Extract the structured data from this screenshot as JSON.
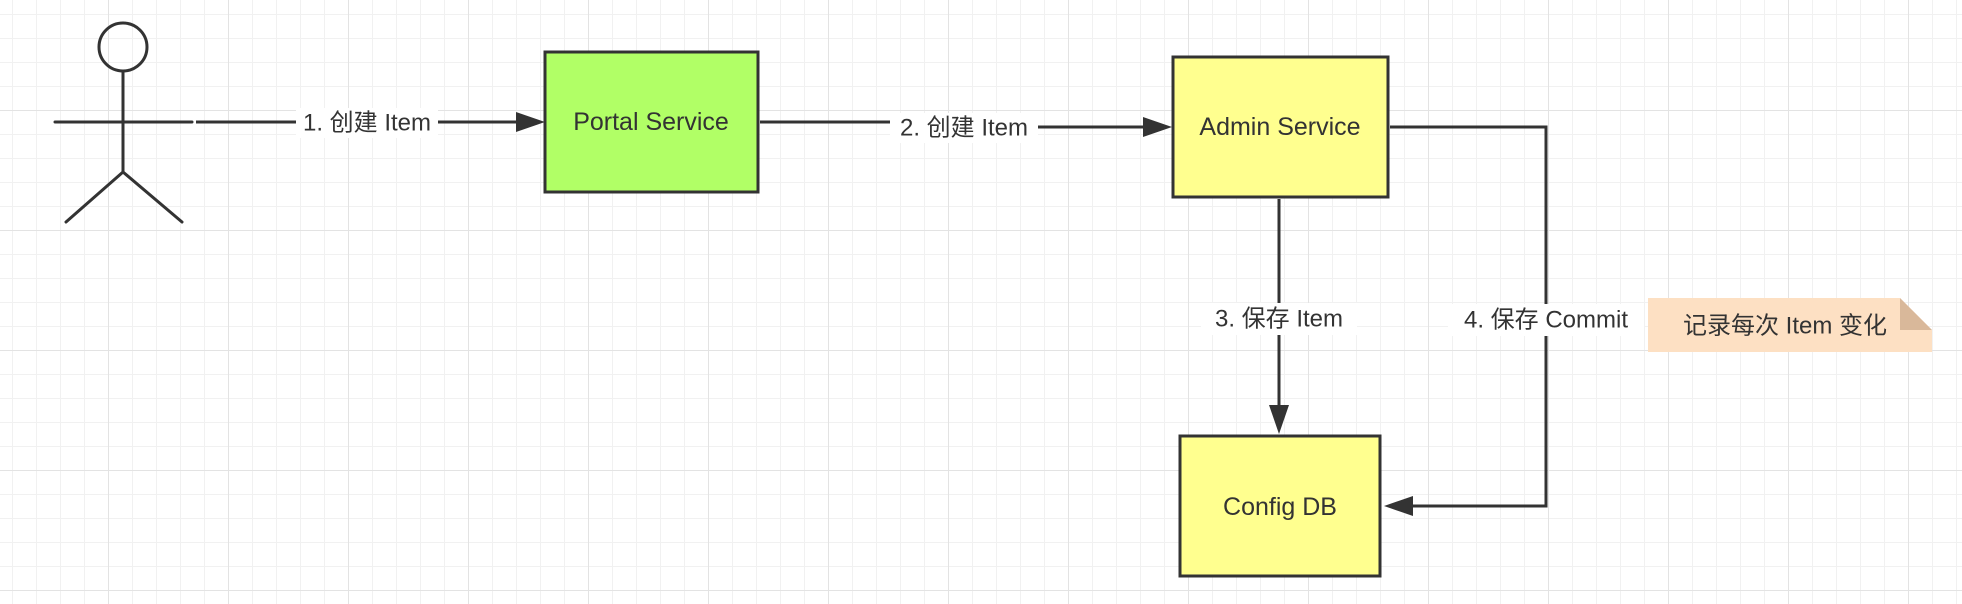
{
  "nodes": {
    "portal_service": {
      "label": "Portal Service",
      "fill": "#b1ff66"
    },
    "admin_service": {
      "label": "Admin Service",
      "fill": "#ffff8f"
    },
    "config_db": {
      "label": "Config DB",
      "fill": "#ffff8f"
    }
  },
  "edges": {
    "create_item_1": {
      "label": "1. 创建 Item"
    },
    "create_item_2": {
      "label": "2. 创建 Item"
    },
    "save_item": {
      "label": "3. 保存 Item"
    },
    "save_commit": {
      "label": "4. 保存 Commit"
    }
  },
  "note": {
    "label": "记录每次 Item 变化",
    "fill": "#fde0c3",
    "fold_fill": "#d9b89a"
  },
  "colors": {
    "stroke": "#333333",
    "grid_major": "#e3e3e3",
    "grid_minor": "#f1f1f1"
  }
}
